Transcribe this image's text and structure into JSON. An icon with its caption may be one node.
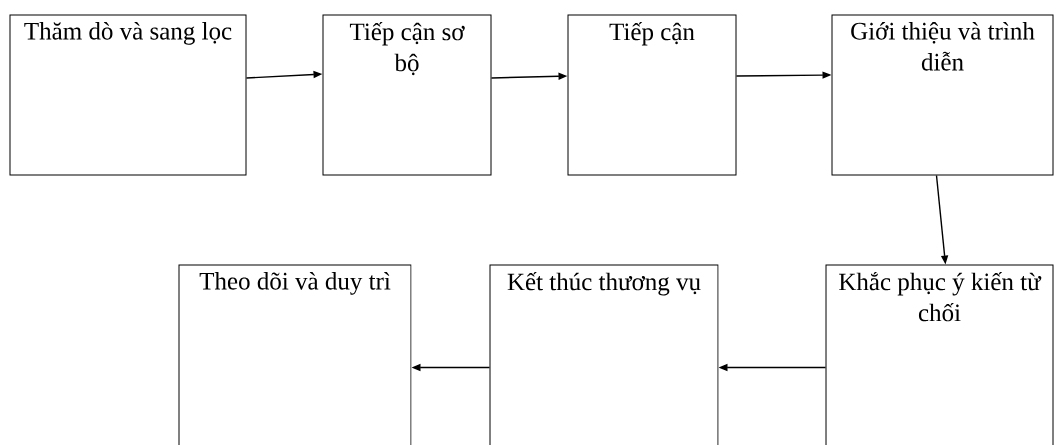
{
  "diagram": {
    "nodes": [
      {
        "text": [
          "Thăm dò và sang lọc"
        ]
      },
      {
        "text": [
          "Tiếp cận sơ bộ"
        ]
      },
      {
        "text": [
          "Tiếp cận"
        ]
      },
      {
        "text": [
          "Giới thiệu và trình diễn"
        ]
      },
      {
        "text": [
          "Khắc phục ý kiến từ chối"
        ]
      },
      {
        "text": [
          "Kết thúc thương vụ"
        ]
      },
      {
        "text": [
          "Theo dõi và duy trì"
        ]
      }
    ],
    "edges": [
      {
        "from": 0,
        "to": 1,
        "arrow": "to"
      },
      {
        "from": 1,
        "to": 2,
        "arrow": "to"
      },
      {
        "from": 2,
        "to": 3,
        "arrow": "to"
      },
      {
        "from": 3,
        "to": 4,
        "arrow": "to"
      },
      {
        "from": 4,
        "to": 5,
        "arrow": "to"
      },
      {
        "from": 5,
        "to": 6,
        "arrow": "to"
      }
    ]
  }
}
